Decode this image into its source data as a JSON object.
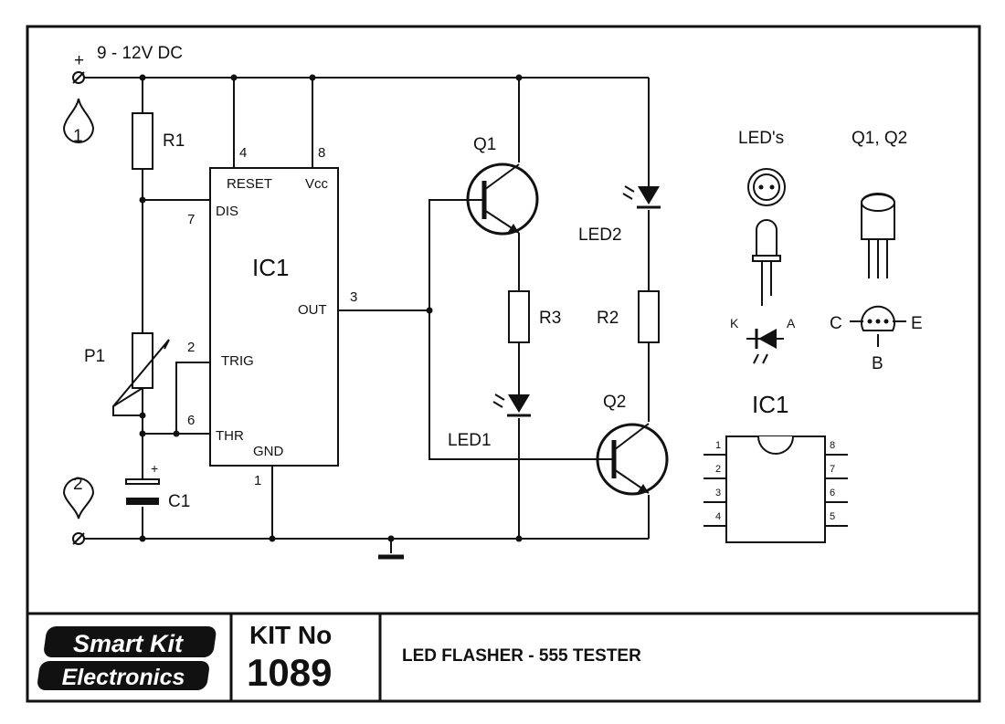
{
  "supply": {
    "label": "9 - 12V DC",
    "plus": "+"
  },
  "terminals": {
    "t1": "1",
    "t2": "2"
  },
  "components": {
    "r1": "R1",
    "r2": "R2",
    "r3": "R3",
    "p1": "P1",
    "c1": "C1",
    "c1_plus": "+",
    "q1": "Q1",
    "q2": "Q2",
    "led1": "LED1",
    "led2": "LED2",
    "ic1": "IC1"
  },
  "ic_pins": {
    "reset": "RESET",
    "vcc": "Vcc",
    "dis": "DIS",
    "out": "OUT",
    "trig": "TRIG",
    "thr": "THR",
    "gnd": "GND",
    "n4": "4",
    "n8": "8",
    "n7": "7",
    "n3": "3",
    "n2": "2",
    "n6": "6",
    "n1": "1"
  },
  "legend": {
    "leds_title": "LED's",
    "q_title": "Q1, Q2",
    "k": "K",
    "a": "A",
    "c": "C",
    "e": "E",
    "b": "B",
    "ic_title": "IC1",
    "ic_pin_numbers": [
      "1",
      "2",
      "3",
      "4",
      "5",
      "6",
      "7",
      "8"
    ]
  },
  "footer": {
    "brand_line1": "Smart Kit",
    "brand_line2": "Electronics",
    "kit_label": "KIT No",
    "kit_number": "1089",
    "title": "LED FLASHER - 555 TESTER"
  }
}
